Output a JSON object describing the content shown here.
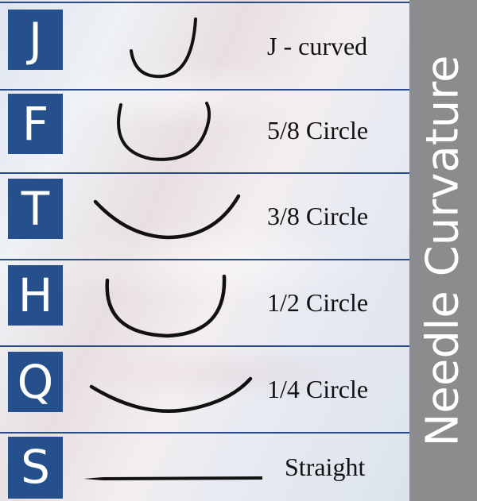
{
  "sidebar": {
    "title": "Needle Curvature"
  },
  "rows": [
    {
      "letter": "J",
      "label": "J - curved",
      "icon": "j-curved-needle-icon"
    },
    {
      "letter": "F",
      "label": "5/8 Circle",
      "icon": "five-eighths-circle-needle-icon"
    },
    {
      "letter": "T",
      "label": "3/8 Circle",
      "icon": "three-eighths-circle-needle-icon"
    },
    {
      "letter": "H",
      "label": "1/2 Circle",
      "icon": "half-circle-needle-icon"
    },
    {
      "letter": "Q",
      "label": "1/4 Circle",
      "icon": "quarter-circle-needle-icon"
    },
    {
      "letter": "S",
      "label": "Straight",
      "icon": "straight-needle-icon"
    }
  ],
  "colors": {
    "letter_box": "#25508c",
    "sidebar": "#8c8c8e",
    "row_border": "#2c4a86",
    "needle": "#111111"
  }
}
